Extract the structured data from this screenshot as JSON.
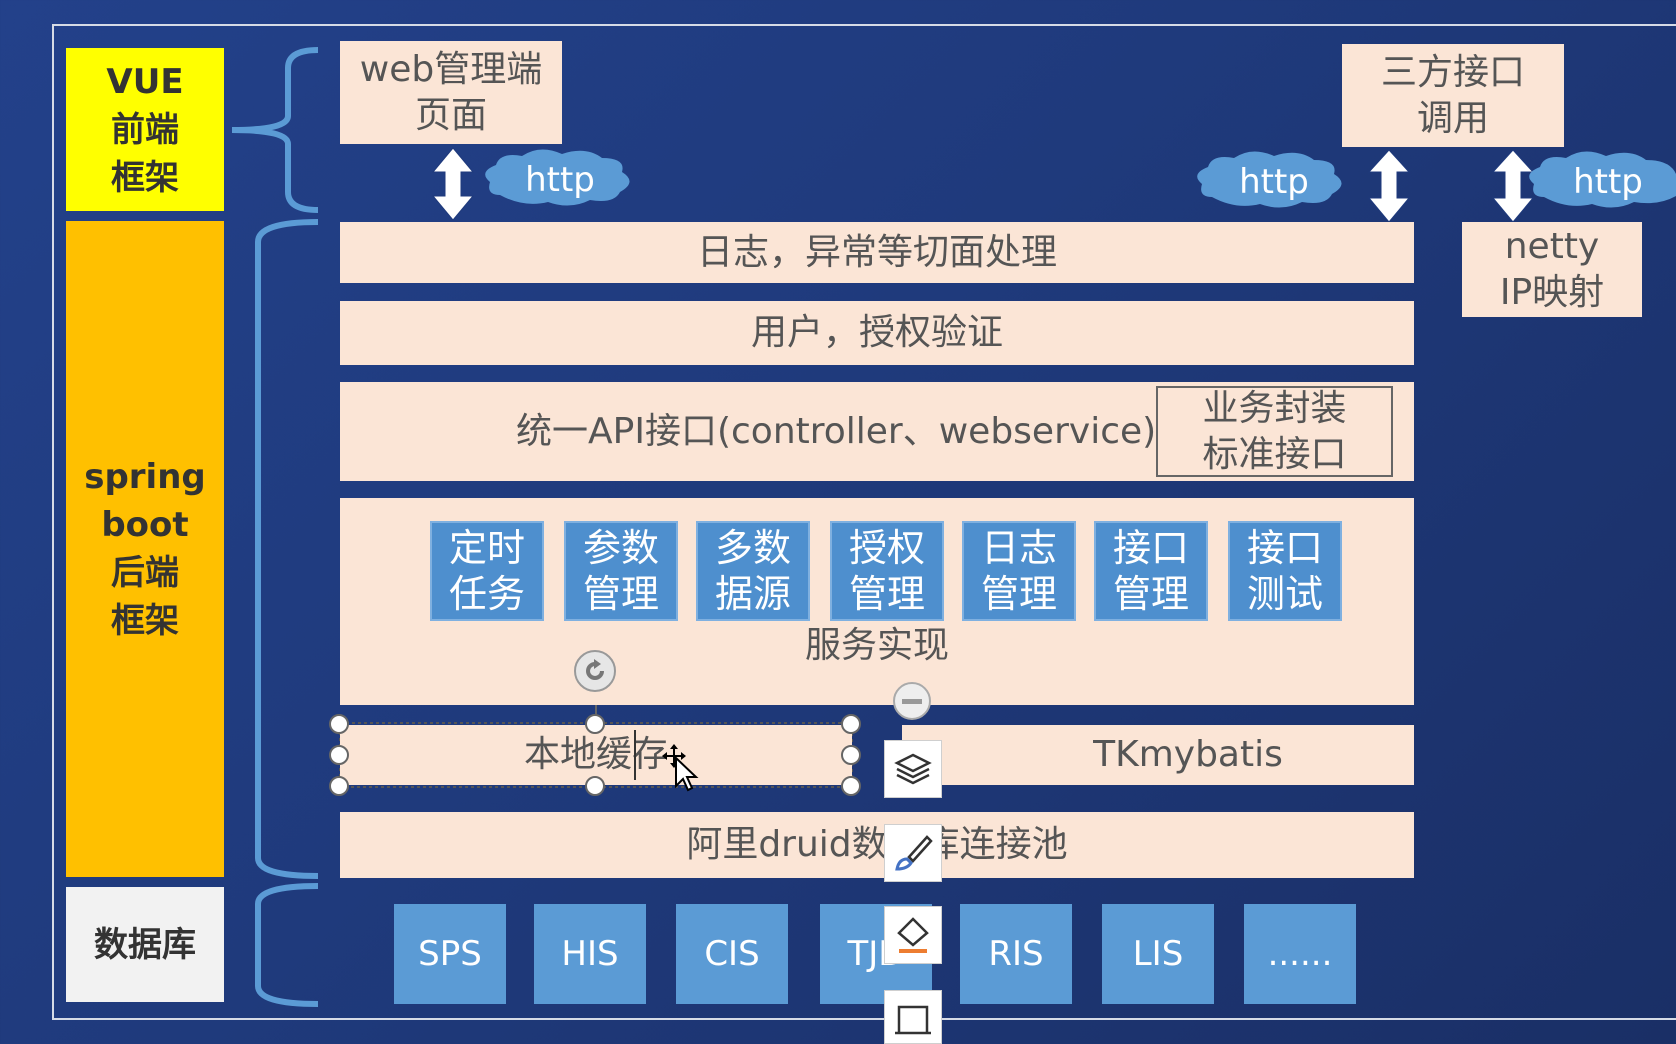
{
  "layers": {
    "vue": "VUE\n前端\n框架",
    "spring": "spring\nboot\n后端\n框架",
    "db": "数据库"
  },
  "top": {
    "web_admin": "web管理端\n页面",
    "third_party": "三方接口\n调用",
    "netty": "netty\nIP映射"
  },
  "http_label": "http",
  "rows": {
    "aspect": "日志，异常等切面处理",
    "auth": "用户，授权验证",
    "api": "统一API接口(controller、webservice)",
    "biz_wrap": "业务封装\n标准接口",
    "service_impl": "服务实现",
    "local_cache": "本地缓存",
    "tkmybatis": "TKmybatis",
    "druid": "阿里druid数据库连接池"
  },
  "services": [
    "定时\n任务",
    "参数\n管理",
    "多数\n据源",
    "授权\n管理",
    "日志\n管理",
    "接口\n管理",
    "接口\n测试"
  ],
  "databases": [
    "SPS",
    "HIS",
    "CIS",
    "TJD",
    "RIS",
    "LIS",
    "......"
  ],
  "colors": {
    "vue_bg": "#ffff00",
    "spring_bg": "#ffc000",
    "db_label_bg": "#f2f2f2",
    "peach": "#fbe5d6",
    "service_blue": "#4e8fce",
    "db_blue": "#5b9bd5",
    "bracket": "#5b9bd5",
    "dashed": "#ffd966"
  },
  "floating_toolbar": [
    "layers-icon",
    "brush-icon",
    "fill-bucket-icon",
    "crop-icon"
  ]
}
